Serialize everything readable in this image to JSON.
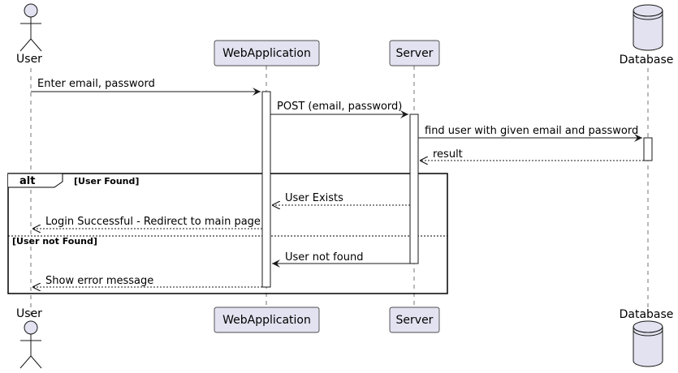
{
  "participants": {
    "user": {
      "name": "User",
      "shape": "actor"
    },
    "web": {
      "name": "WebApplication",
      "shape": "box"
    },
    "server": {
      "name": "Server",
      "shape": "box"
    },
    "db": {
      "name": "Database",
      "shape": "database"
    }
  },
  "messages": {
    "m1": {
      "text": "Enter email, password",
      "style": "solid"
    },
    "m2": {
      "text": "POST (email, password)",
      "style": "solid"
    },
    "m3": {
      "text": "find user with given email and password",
      "style": "solid"
    },
    "m4": {
      "text": "result",
      "style": "dashed"
    },
    "m5": {
      "text": "User Exists",
      "style": "dashed"
    },
    "m6": {
      "text": "Login Successful - Redirect to main page",
      "style": "dashed"
    },
    "m7": {
      "text": "User not found",
      "style": "solid"
    },
    "m8": {
      "text": "Show error message",
      "style": "dashed"
    }
  },
  "alt_frame": {
    "keyword": "alt",
    "guard_1": "[User Found]",
    "guard_2": "[User not Found]"
  },
  "colors": {
    "participant_fill": "#e2e2f0",
    "participant_border": "#181818",
    "lifeline": "#181818",
    "background": "#ffffff"
  }
}
